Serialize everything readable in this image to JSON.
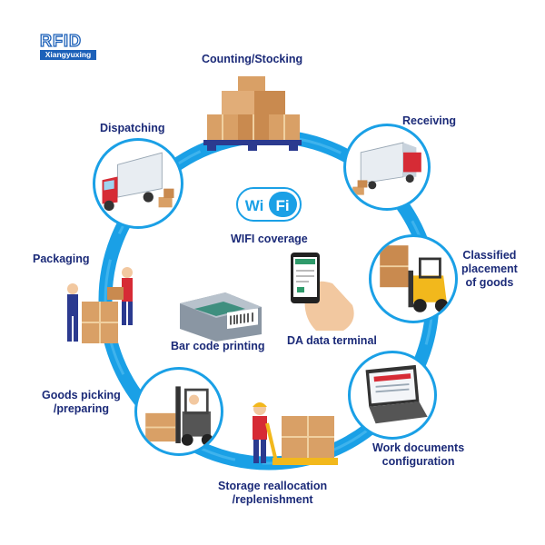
{
  "brand": {
    "logo_text": "RFID",
    "logo_subtitle": "Xiangyuxing"
  },
  "colors": {
    "ring": "#1aa0e6",
    "label": "#1b2a78",
    "logo": "#1d61b9"
  },
  "steps": [
    {
      "label": "Counting/Stocking",
      "icon": "pallet-boxes-icon"
    },
    {
      "label": "Receiving",
      "icon": "truck-unloading-icon"
    },
    {
      "label": "Classified placement of goods",
      "lines": [
        "Classified",
        "placement",
        "of goods"
      ],
      "icon": "forklift-icon"
    },
    {
      "label": "Work documents configuration",
      "lines": [
        "Work documents",
        "configuration"
      ],
      "icon": "laptop-icon"
    },
    {
      "label": "Storage reallocation /replenishment",
      "lines": [
        "Storage reallocation",
        "/replenishment"
      ],
      "icon": "pallet-jack-worker-icon"
    },
    {
      "label": "Goods picking /preparing",
      "lines": [
        "Goods picking",
        "/preparing"
      ],
      "icon": "forklift-picking-icon"
    },
    {
      "label": "Packaging",
      "icon": "workers-packaging-icon"
    },
    {
      "label": "Dispatching",
      "icon": "truck-dispatch-icon"
    }
  ],
  "center": {
    "wifi_logo": {
      "left": "Wi",
      "right": "Fi"
    },
    "wifi_caption": "WIFI coverage",
    "barcode_caption": "Bar code printing",
    "terminal_caption": "DA data terminal"
  }
}
